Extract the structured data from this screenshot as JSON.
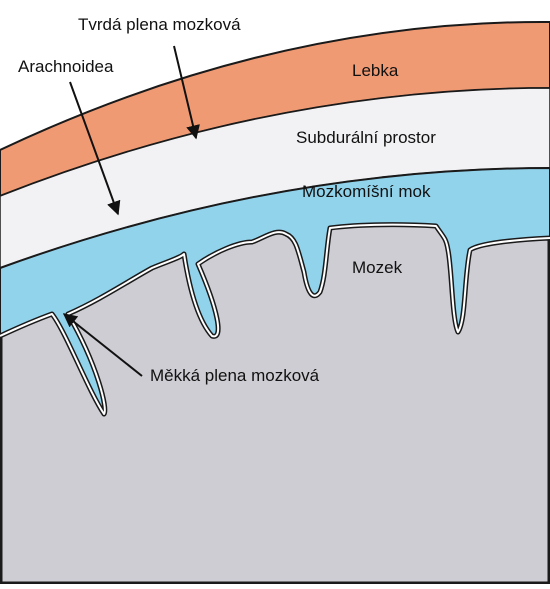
{
  "labels": {
    "dura": "Tvrdá plena mozková",
    "arachnoid": "Arachnoidea",
    "skull": "Lebka",
    "subdural": "Subdurální prostor",
    "csf": "Mozkomíšní mok",
    "brain": "Mozek",
    "pia": "Měkká plena mozková"
  },
  "colors": {
    "skull": "#f09a74",
    "subdural": "#f2f2f4",
    "csf": "#92d3ec",
    "brain": "#cdcdd3",
    "outline": "#1a1a1a",
    "text": "#111111"
  }
}
